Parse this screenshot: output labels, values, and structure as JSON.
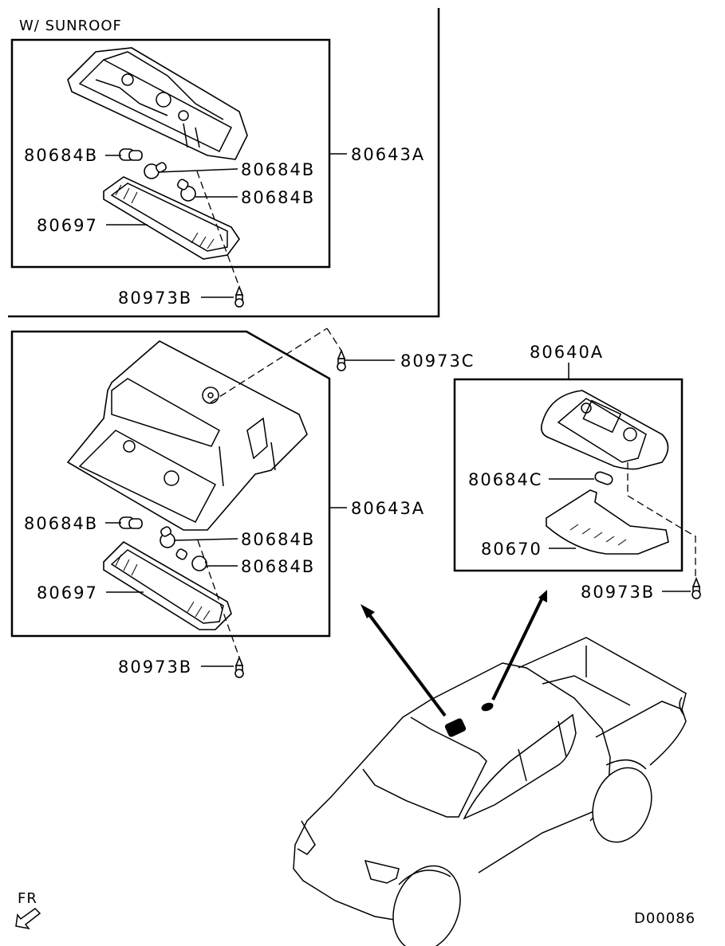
{
  "diagram": {
    "section_title": "W/ SUNROOF",
    "drawing_id": "D00086",
    "front_indicator": "FR",
    "groups": {
      "sunroof": {
        "assembly": "80643A",
        "bulb_left": "80684B",
        "bulb_mid": "80684B",
        "bulb_low": "80684B",
        "lens": "80697",
        "screw": "80973B"
      },
      "standard": {
        "assembly": "80643A",
        "bulb_left": "80684B",
        "bulb_mid": "80684B",
        "bulb_low": "80684B",
        "lens": "80697",
        "screw": "80973B",
        "top_screw": "80973C"
      },
      "rear": {
        "assembly": "80640A",
        "bulb": "80684C",
        "lens": "80670",
        "screw": "80973B"
      }
    },
    "icons": {
      "front_arrow": "front-direction-arrow-icon",
      "vehicle": "pickup-truck-illustration"
    }
  }
}
